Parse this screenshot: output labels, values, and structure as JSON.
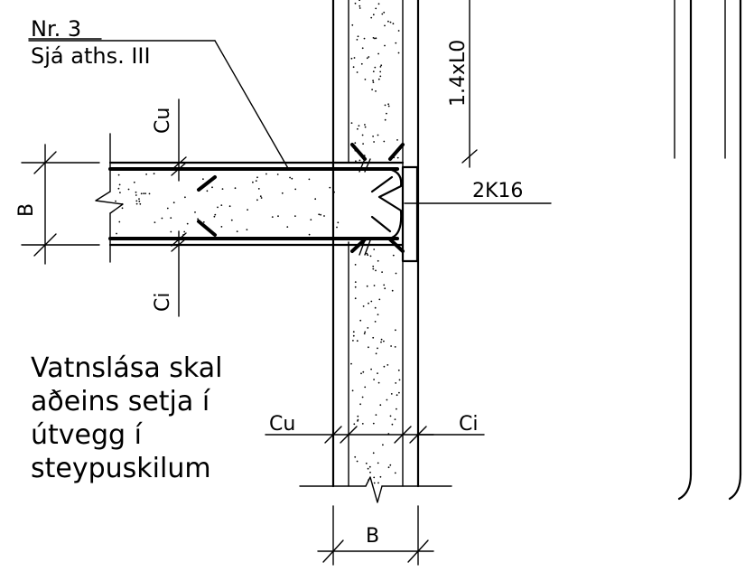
{
  "labels": {
    "ref_number": "Nr. 3",
    "ref_note": "Sjá aths. III",
    "dim_cu_top": "Cu",
    "dim_ci_bottom": "Ci",
    "dim_b_left": "B",
    "dim_b_bottom": "B",
    "dim_cu_wall": "Cu",
    "dim_ci_wall": "Ci",
    "anchorage_length": "1.4xL0",
    "rebar_callout": "2K16"
  },
  "note_lines": [
    "Vatnslása skal",
    "aðeins setja í",
    "útvegg í",
    "steypuskilum"
  ],
  "colors": {
    "ink": "#000000",
    "paper": "#ffffff"
  }
}
